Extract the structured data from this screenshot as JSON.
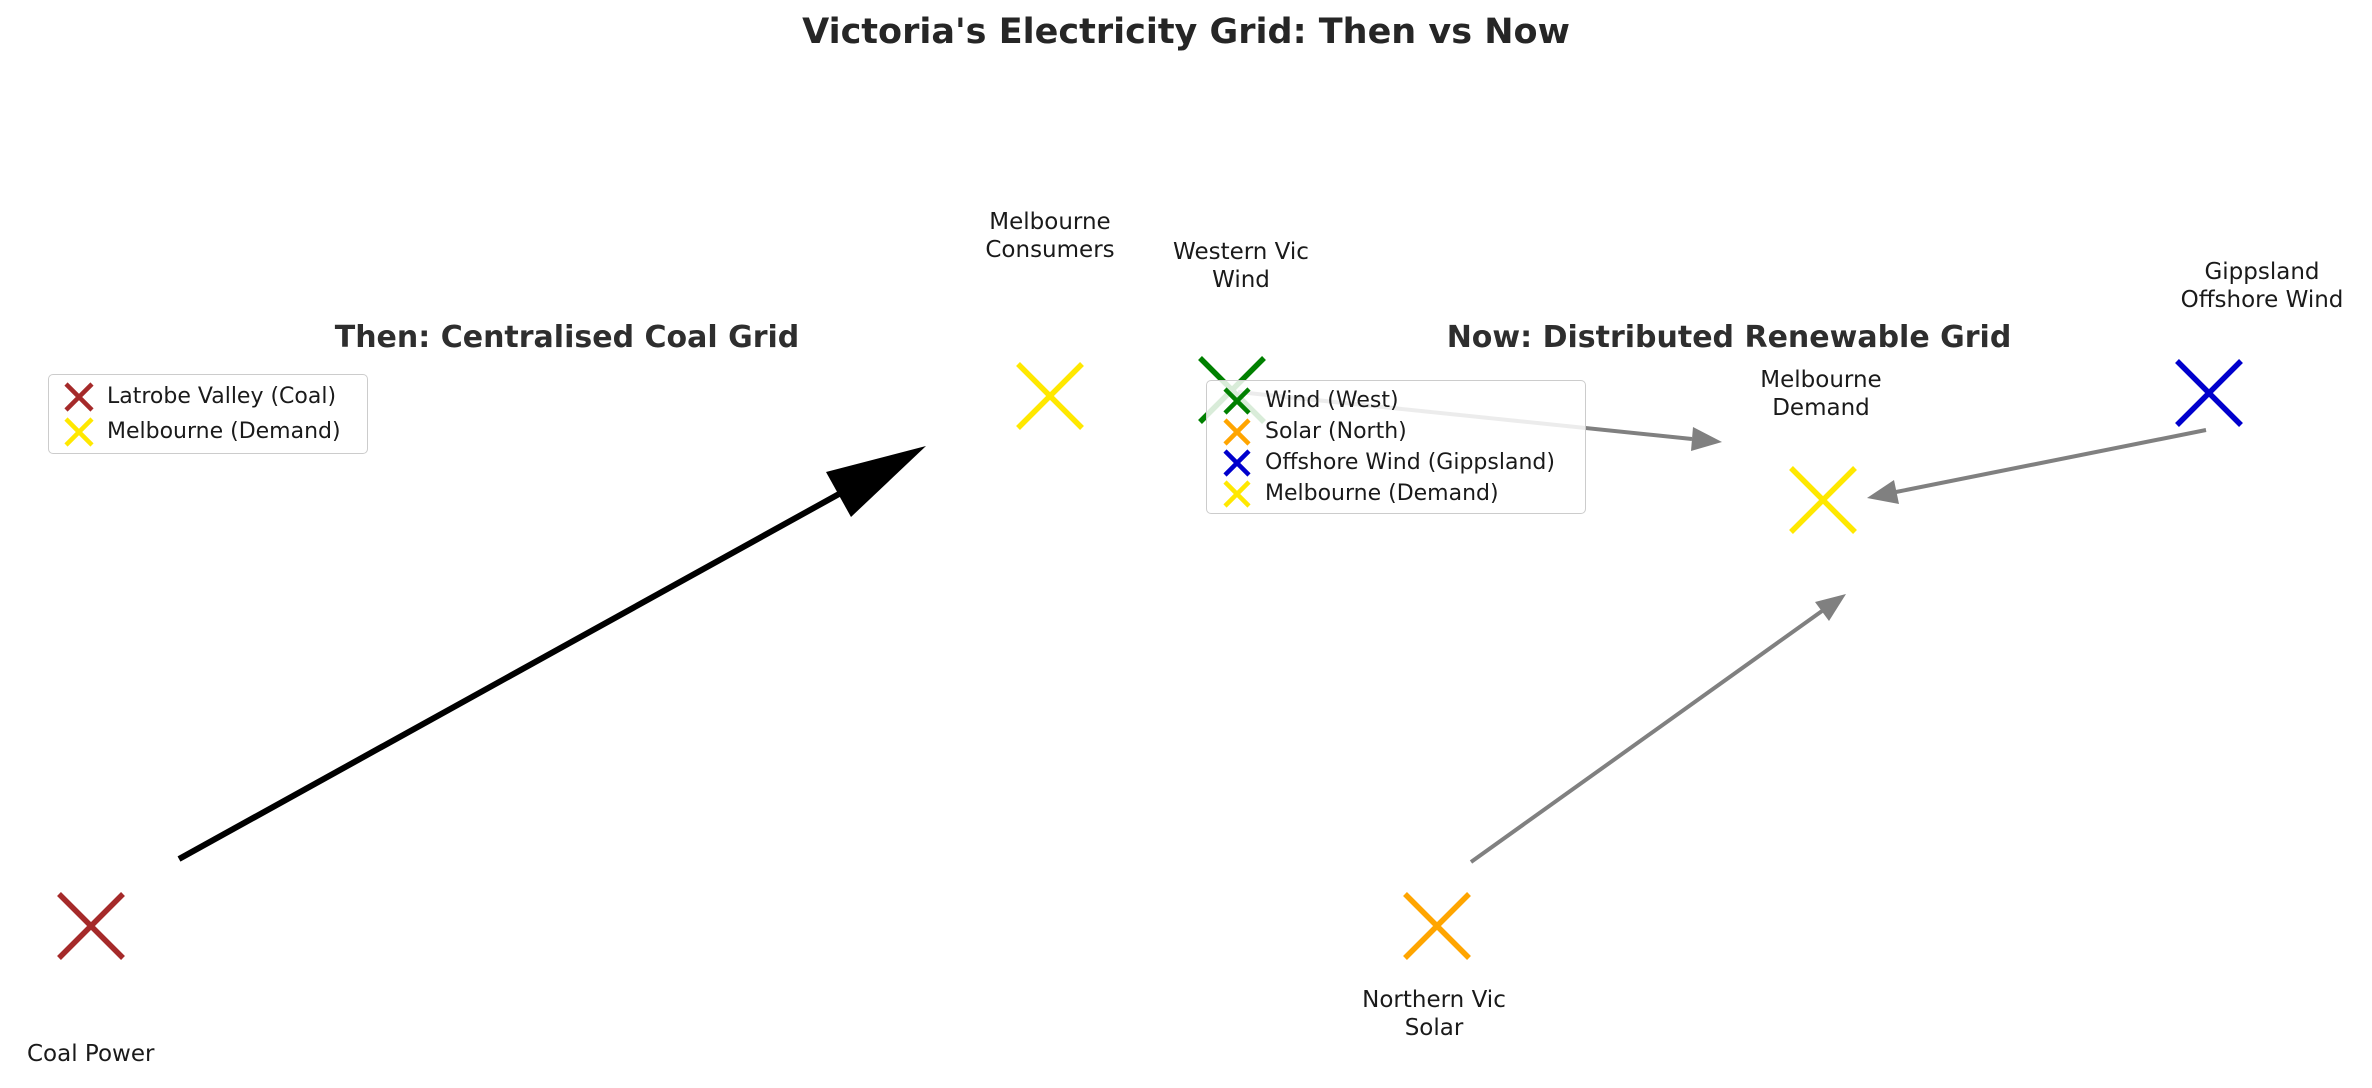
{
  "title": "Victoria's Electricity Grid: Then vs Now",
  "colors": {
    "then_arrow": "#000000",
    "now_arrow": "#808080",
    "coal": "#A52A2A",
    "demand": "#FFE800",
    "wind_west": "#008000",
    "solar_north": "#FFA500",
    "offshore_wind": "#0000CD"
  },
  "panels": {
    "then": {
      "title": "Then: Centralised Coal Grid",
      "legend": [
        {
          "label": "Latrobe Valley (Coal)",
          "color": "#A52A2A"
        },
        {
          "label": "Melbourne (Demand)",
          "color": "#FFE800"
        }
      ],
      "nodes": [
        {
          "id": "coal-power",
          "lines": [
            "Coal Power"
          ],
          "color": "#A52A2A"
        },
        {
          "id": "melbourne-consumers",
          "lines": [
            "Melbourne",
            "Consumers"
          ],
          "color": "#FFE800"
        }
      ],
      "edges": [
        {
          "from": "coal-power",
          "to": "melbourne-consumers"
        }
      ]
    },
    "now": {
      "title": "Now: Distributed Renewable Grid",
      "legend": [
        {
          "label": "Wind (West)",
          "color": "#008000"
        },
        {
          "label": "Solar (North)",
          "color": "#FFA500"
        },
        {
          "label": "Offshore Wind (Gippsland)",
          "color": "#0000CD"
        },
        {
          "label": "Melbourne (Demand)",
          "color": "#FFE800"
        }
      ],
      "nodes": [
        {
          "id": "western-vic-wind",
          "lines": [
            "Western Vic",
            "Wind"
          ],
          "color": "#008000"
        },
        {
          "id": "northern-vic-solar",
          "lines": [
            "Northern Vic",
            "Solar"
          ],
          "color": "#FFA500"
        },
        {
          "id": "gippsland-offshore-wind",
          "lines": [
            "Gippsland",
            "Offshore Wind"
          ],
          "color": "#0000CD"
        },
        {
          "id": "melbourne-demand",
          "lines": [
            "Melbourne",
            "Demand"
          ],
          "color": "#FFE800"
        }
      ],
      "edges": [
        {
          "from": "western-vic-wind",
          "to": "melbourne-demand"
        },
        {
          "from": "northern-vic-solar",
          "to": "melbourne-demand"
        },
        {
          "from": "gippsland-offshore-wind",
          "to": "melbourne-demand"
        }
      ]
    }
  }
}
